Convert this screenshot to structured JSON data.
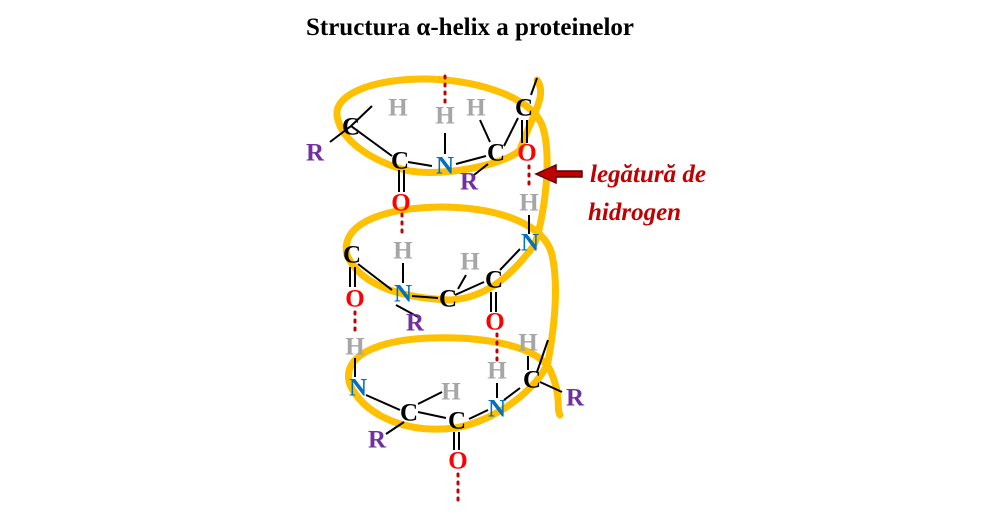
{
  "title": "Structura α-helix a proteinelor",
  "annotation": {
    "line1": "legătură  de",
    "line2": "hidrogen"
  },
  "atom_labels": {
    "C": "C",
    "N": "N",
    "O": "O",
    "H": "H",
    "R": "R"
  },
  "colors": {
    "helix": "#ffc000",
    "carbon": "#000000",
    "nitrogen": "#0070c0",
    "oxygen": "#ff0000",
    "hydrogen": "#a6a6a6",
    "r_group": "#7030a0",
    "hbond": "#c00000",
    "annotation": "#c00000",
    "arrow": "#c00000"
  }
}
